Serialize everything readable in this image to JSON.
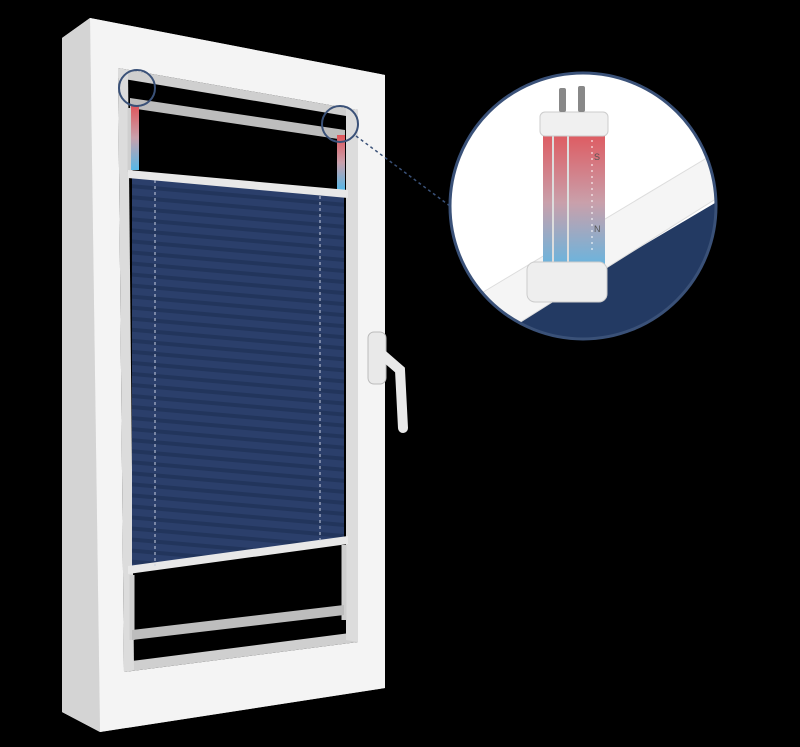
{
  "image": {
    "subject": "window-with-pleated-blind",
    "magnet_labels": {
      "south": "S",
      "north": "N"
    },
    "colors": {
      "background": "#000000",
      "frame": "#f2f2f2",
      "blind": "#2b3f6b",
      "magnifier_border": "#3a5178",
      "magnet_hot": "#e0545a",
      "magnet_cold": "#56b8e8"
    }
  }
}
